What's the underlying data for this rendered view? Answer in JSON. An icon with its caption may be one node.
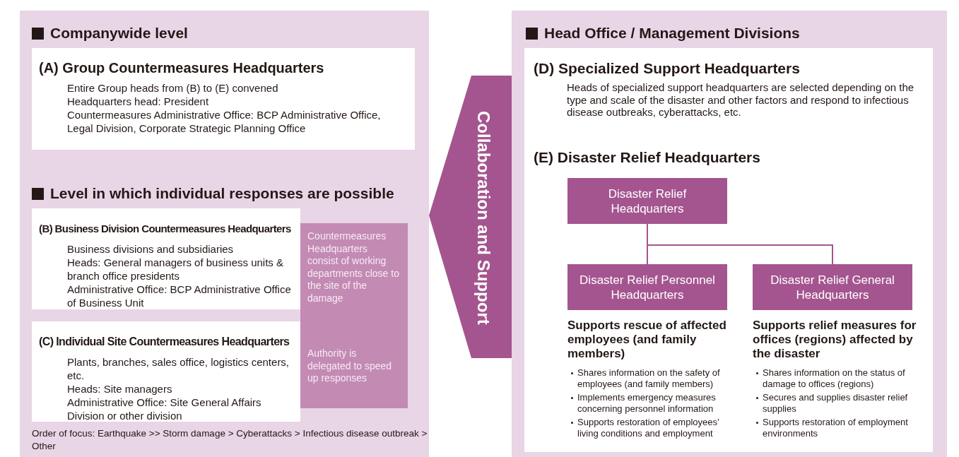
{
  "diagram": {
    "nodes": [
      {
        "text": [
          "Companywide level",
          "Level in which individual responses are possible",
          "Order of focus: Earthquake >> Storm damage > Cyberattacks > Infectious disease outbreak > Other"
        ]
      },
      {
        "text": [
          "(A) Group Countermeasures Headquarters",
          "Entire Group heads from (B) to (E) convened",
          "Headquarters head: President",
          "Countermeasures Administrative Office: BCP Administrative Office, Legal Division, Corporate Strategic Planning Office"
        ],
        "in": 0
      },
      {
        "text": [
          "(B) Business Division Countermeasures Headquarters",
          "Business divisions and subsidiaries",
          "Heads: General managers of business units & branch office presidents",
          "Administrative Office: BCP Administrative Office of Business Unit"
        ],
        "in": 0
      },
      {
        "text": [
          "(C) Individual Site Countermeasures Headquarters",
          "Plants, branches, sales office, logistics centers, etc.",
          "Heads: Site managers",
          "Administrative Office: Site General Affairs Division or other division"
        ],
        "in": 0
      },
      {
        "text": [
          "Countermeasures Headquarters consist of working departments close to the site of the damage",
          "Authority is delegated to speed up responses"
        ],
        "in": 0
      },
      {
        "text": [
          "Collaboration and Support"
        ]
      },
      {
        "text": [
          "Head Office / Management Divisions"
        ]
      },
      {
        "text": [
          "(D) Specialized Support Headquarters",
          "Heads of specialized support headquarters are selected depending on the type and scale of the disaster and other factors and respond to infectious disease outbreaks, cyberattacks, etc.",
          "(E) Disaster Relief Headquarters"
        ],
        "in": 6
      },
      {
        "text": [
          "Disaster Relief Headquarters"
        ],
        "in": 7
      },
      {
        "text": [
          "Disaster Relief Personnel Headquarters"
        ],
        "in": 7,
        "beside": [
          "Supports rescue of affected employees (and family members)",
          "Shares information on the safety of employees (and family members)",
          "Implements emergency measures concerning personnel information",
          "Supports restoration of employees’ living conditions and employment"
        ]
      },
      {
        "text": [
          "Disaster Relief General Headquarters"
        ],
        "in": 7,
        "beside": [
          "Supports relief measures for offices (regions) affected by the disaster",
          "Shares information on the status of damage to offices (regions)",
          "Secures and supplies disaster relief supplies",
          "Supports restoration of employment environments"
        ]
      }
    ],
    "edges": [
      {
        "from": 8,
        "to": 9,
        "arrow": "none"
      },
      {
        "from": 8,
        "to": 10,
        "arrow": "none"
      }
    ]
  }
}
